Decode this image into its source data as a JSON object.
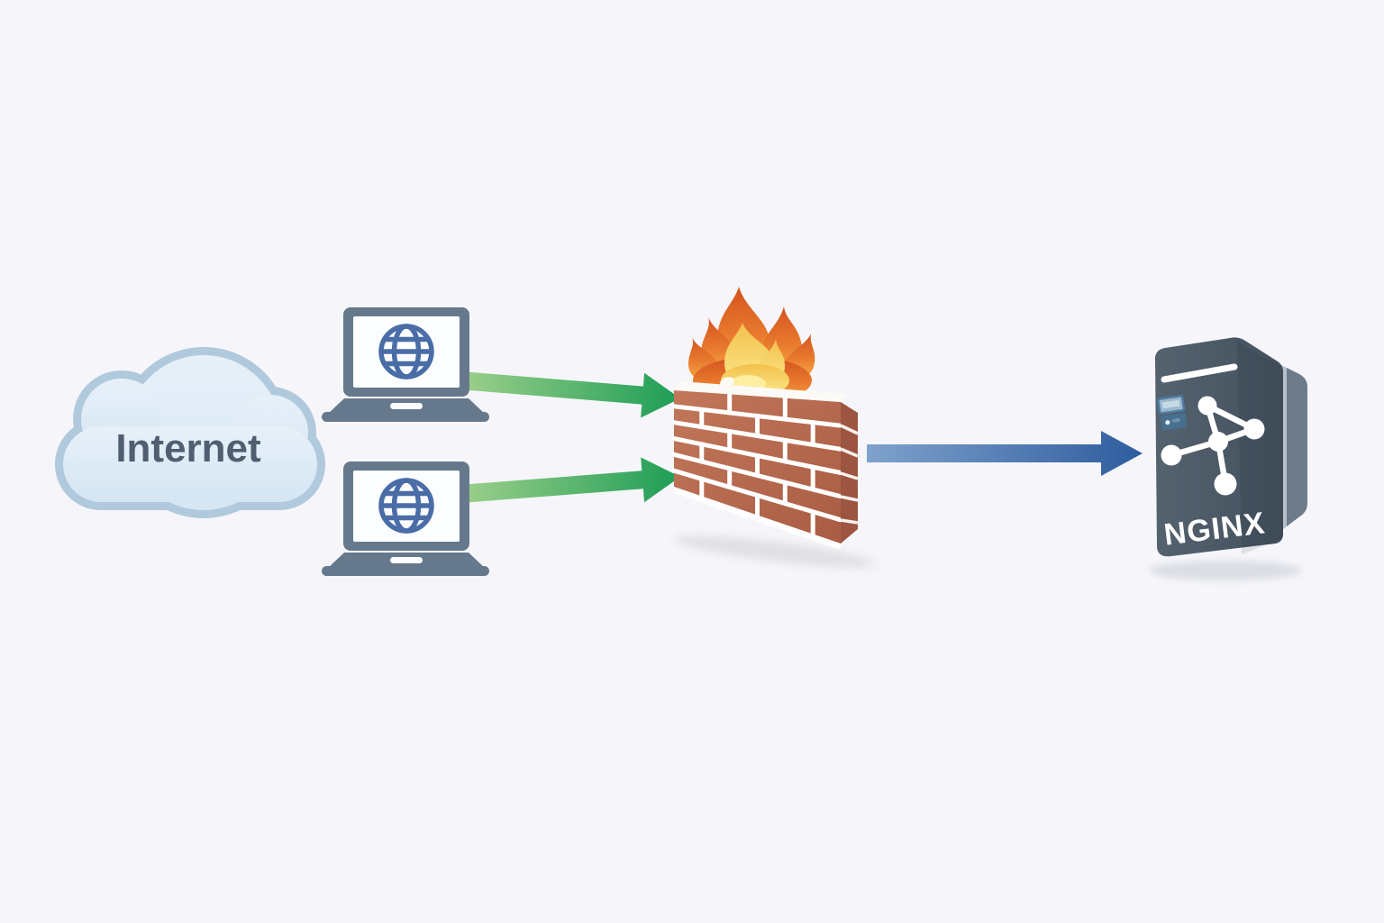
{
  "diagram": {
    "internet": {
      "label": "Internet"
    },
    "server": {
      "label": "NGINX"
    },
    "nodes": [
      {
        "id": "internet-cloud",
        "type": "cloud",
        "label": "Internet"
      },
      {
        "id": "client-laptop-top",
        "type": "laptop",
        "icon": "globe-icon"
      },
      {
        "id": "client-laptop-bottom",
        "type": "laptop",
        "icon": "globe-icon"
      },
      {
        "id": "firewall",
        "type": "brick-wall",
        "icon": "flame-icon"
      },
      {
        "id": "nginx-server",
        "type": "server",
        "label": "NGINX",
        "icon": "network-nodes-icon"
      }
    ],
    "edges": [
      {
        "from": "client-laptop-top",
        "to": "firewall",
        "color": "green"
      },
      {
        "from": "client-laptop-bottom",
        "to": "firewall",
        "color": "green"
      },
      {
        "from": "firewall",
        "to": "nginx-server",
        "color": "blue"
      }
    ],
    "colors": {
      "background": "#f6f6fa",
      "cloud_fill_light": "#e7f0f9",
      "cloud_fill_dark": "#d5e6f3",
      "cloud_border": "#b0c9dd",
      "cloud_text": "#4f5f70",
      "laptop_body": "#66798c",
      "laptop_screen": "#fcfdfe",
      "globe_blue": "#4a6da8",
      "arrow_green_light": "#9ed08b",
      "arrow_green_dark": "#1d9d56",
      "arrow_blue_light": "#7fa2cc",
      "arrow_blue_dark": "#2e5c9e",
      "brick_light": "#c2775a",
      "brick_dark": "#a95c43",
      "brick_side": "#9c5540",
      "mortar": "#ffffff",
      "flame_tip": "#d4531f",
      "flame_mid": "#e87a2e",
      "flame_base": "#f6ad45",
      "flame_inner_top": "#f3c04b",
      "flame_inner_bottom": "#fbe98c",
      "server_front_light": "#55626f",
      "server_front_dark": "#43505d",
      "server_side": "#6e7b8a",
      "server_edge_highlight": "#b6bfc9",
      "server_text": "#ffffff"
    }
  }
}
